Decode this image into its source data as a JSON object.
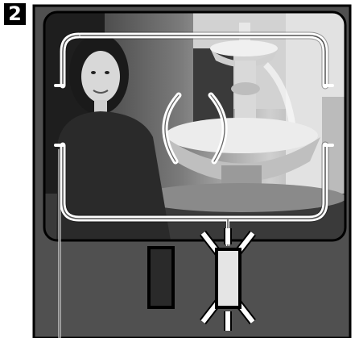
{
  "step": {
    "number": "2"
  },
  "scene": {
    "photo_subject": "woman-in-front-of-fountain",
    "style": "grayscale-photo"
  },
  "viewfinder": {
    "af_frame": "wide-focus-frame",
    "spot_focus_marks": "brackets",
    "indicator_lamp_state": "blinking"
  },
  "colors": {
    "panel": "#505050",
    "frame": "#ffffff",
    "lamp_on": "#e5e5e5",
    "lamp_off": "#2a2a2a",
    "outline": "#000000"
  }
}
